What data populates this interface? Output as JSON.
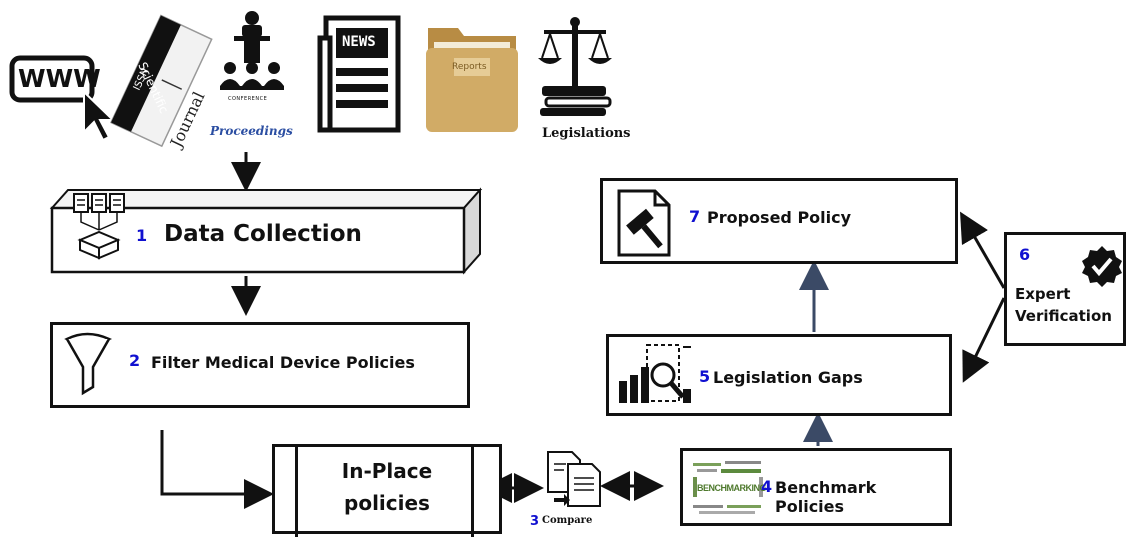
{
  "sources": {
    "www_label": "WWW",
    "journal_issn": "ISSN",
    "journal_title": "Scientific",
    "journal_word": "Journal",
    "conference_caption": "CONFERENCE",
    "proceedings_label": "Proceedings",
    "news_label": "NEWS",
    "reports_label": "Reports",
    "legislations_label": "Legislations"
  },
  "steps": {
    "data_collection": {
      "number": "1",
      "label": "Data Collection"
    },
    "filter": {
      "number": "2",
      "label": "Filter Medical Device Policies"
    },
    "inplace": {
      "line1": "In-Place",
      "line2": "policies"
    },
    "compare": {
      "number": "3",
      "label": "Compare"
    },
    "benchmark": {
      "number": "4",
      "label": "Benchmark Policies",
      "cloud_word": "BENCHMARKING"
    },
    "gaps": {
      "number": "5",
      "label": "Legislation Gaps"
    },
    "expert": {
      "number": "6",
      "line1": "Expert",
      "line2": "Verification"
    },
    "proposed": {
      "number": "7",
      "label": "Proposed Policy"
    }
  },
  "colors": {
    "step_number": "#1010d0",
    "stroke": "#111111",
    "arrow_blue": "#3b4a66",
    "folder": "#c9a25e"
  }
}
